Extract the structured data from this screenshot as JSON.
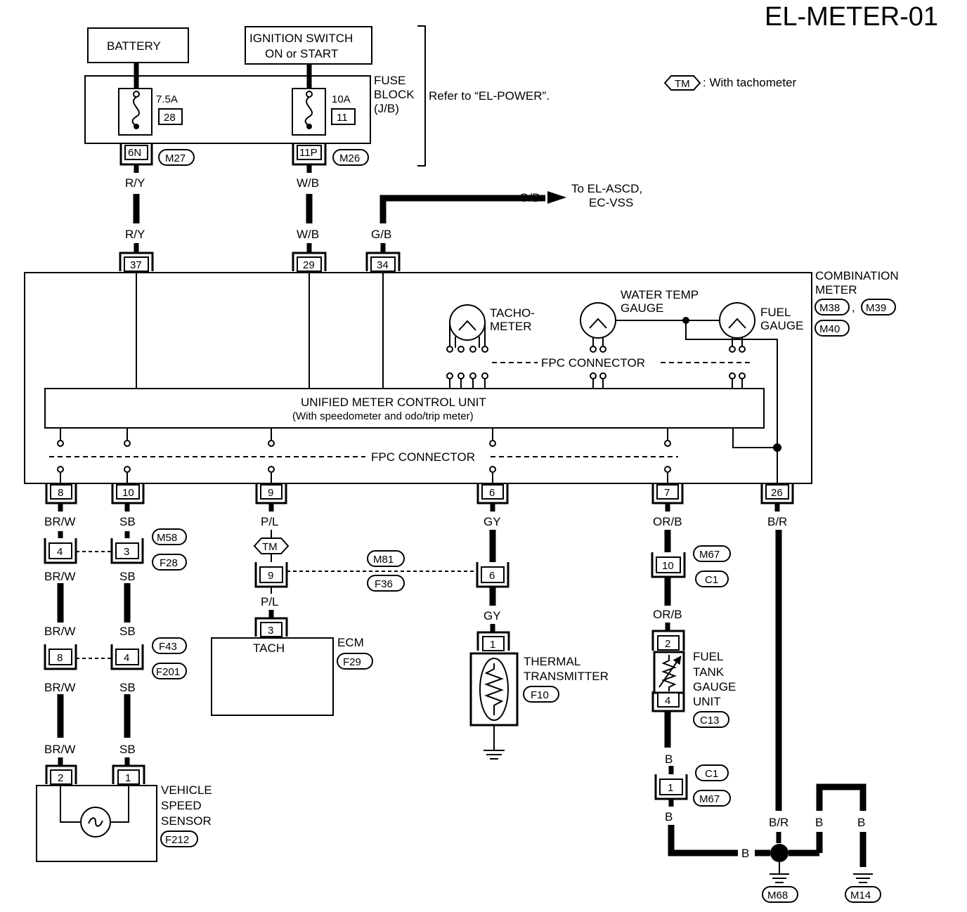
{
  "diagram_id": "EL-METER-01",
  "legend": {
    "symbol": "TM",
    "text": ": With tachometer"
  },
  "sources": {
    "battery": "BATTERY",
    "ign_1": "IGNITION SWITCH",
    "ign_2": "ON or START"
  },
  "fuses": [
    {
      "rating": "7.5A",
      "number": "28"
    },
    {
      "rating": "10A",
      "number": "11"
    }
  ],
  "fuse_block": {
    "l1": "FUSE",
    "l2": "BLOCK",
    "l3": "(J/B)",
    "ref": "Refer to “EL-POWER”."
  },
  "fuse_terms": {
    "a": "6N",
    "b": "11P",
    "ca": "M27",
    "cb": "M26"
  },
  "wires": {
    "ry": "R/Y",
    "wb": "W/B",
    "gb": "G/B",
    "brw": "BR/W",
    "sb": "SB",
    "pl": "P/L",
    "gy": "GY",
    "orb": "OR/B",
    "br": "B/R",
    "b": "B"
  },
  "to_ascd": {
    "l1": "To EL-ASCD,",
    "l2": "EC-VSS"
  },
  "meter": {
    "l1": "COMBINATION",
    "l2": "METER",
    "c1": "M38",
    "c2": "M39",
    "c3": "M40"
  },
  "meter_pins_top": {
    "p37": "37",
    "p29": "29",
    "p34": "34"
  },
  "gauges": {
    "tacho1": "TACHO-",
    "tacho2": "METER",
    "wt1": "WATER TEMP",
    "wt2": "GAUGE",
    "fg1": "FUEL",
    "fg2": "GAUGE"
  },
  "fpc": "FPC CONNECTOR",
  "umcu": {
    "l1": "UNIFIED METER CONTROL UNIT",
    "l2": "(With speedometer and odo/trip meter)"
  },
  "meter_pins_bottom": {
    "p8": "8",
    "p10": "10",
    "p9": "9",
    "p6": "6",
    "p7": "7",
    "p26": "26"
  },
  "connectors": {
    "m58": "M58",
    "f28": "F28",
    "f43": "F43",
    "f201": "F201",
    "m81": "M81",
    "f36": "F36",
    "m67": "M67",
    "c1": "C1",
    "c13": "C13",
    "f10": "F10",
    "f29": "F29",
    "f212": "F212",
    "m68": "M68",
    "m14": "M14",
    "tm": "TM"
  },
  "pins": {
    "p4": "4",
    "p3": "3",
    "p8": "8",
    "p2": "2",
    "p1": "1",
    "p9": "9",
    "p6": "6",
    "p10": "10"
  },
  "ecm": {
    "pin": "TACH",
    "name": "ECM"
  },
  "thermal": {
    "l1": "THERMAL",
    "l2": "TRANSMITTER"
  },
  "fuel_tank": {
    "l1": "FUEL",
    "l2": "TANK",
    "l3": "GAUGE",
    "l4": "UNIT"
  },
  "vss": {
    "l1": "VEHICLE",
    "l2": "SPEED",
    "l3": "SENSOR"
  }
}
